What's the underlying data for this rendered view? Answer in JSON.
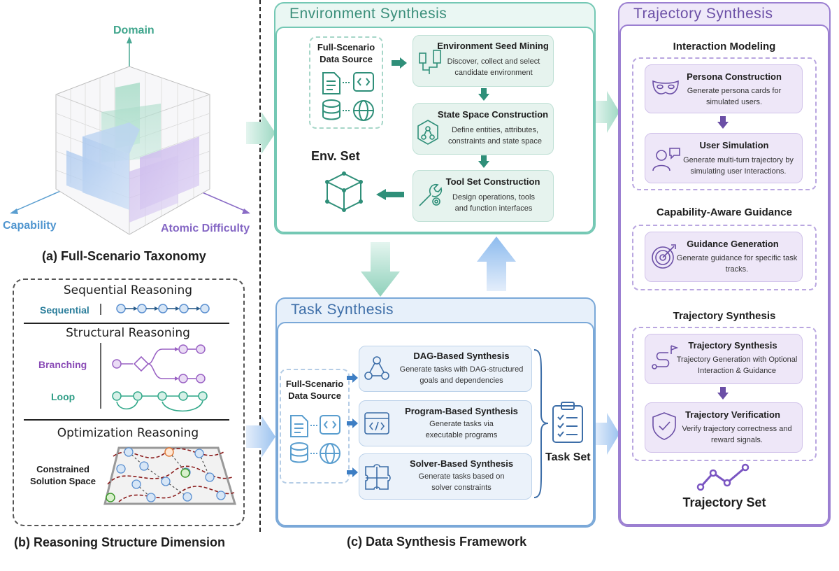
{
  "taxonomy": {
    "axis_domain": "Domain",
    "axis_capability": "Capability",
    "axis_difficulty": "Atomic Difficulty",
    "caption": "(a) Full-Scenario Taxonomy"
  },
  "reasoning": {
    "sequential_title": "Sequential Reasoning",
    "sequential_label": "Sequential",
    "structural_title": "Structural  Reasoning",
    "branching_label": "Branching",
    "loop_label": "Loop",
    "optimization_title": "Optimization Reasoning",
    "constrained_label_1": "Constrained",
    "constrained_label_2": "Solution Space",
    "caption": "(b) Reasoning Structure Dimension"
  },
  "env": {
    "title": "Environment Synthesis",
    "source_1": "Full-Scenario",
    "source_2": "Data Source",
    "seed_title": "Environment Seed Mining",
    "seed_desc_1": "Discover, collect and select",
    "seed_desc_2": "candidate environment",
    "state_title": "State Space Construction",
    "state_desc_1": "Define entities, attributes,",
    "state_desc_2": "constraints and state space",
    "tool_title": "Tool Set Construction",
    "tool_desc_1": "Design operations, tools",
    "tool_desc_2": "and function interfaces",
    "env_set": "Env. Set"
  },
  "task": {
    "title": "Task Synthesis",
    "source_1": "Full-Scenario",
    "source_2": "Data Source",
    "dag_title": "DAG-Based Synthesis",
    "dag_desc_1": "Generate tasks with DAG-structured",
    "dag_desc_2": "goals and dependencies",
    "program_title": "Program-Based Synthesis",
    "program_desc_1": "Generate tasks via",
    "program_desc_2": "executable programs",
    "solver_title": "Solver-Based Synthesis",
    "solver_desc_1": "Generate tasks based on",
    "solver_desc_2": "solver constraints",
    "task_set": "Task Set"
  },
  "traj": {
    "title": "Trajectory Synthesis",
    "interaction_heading": "Interaction Modeling",
    "persona_title": "Persona Construction",
    "persona_desc_1": "Generate persona cards for",
    "persona_desc_2": "simulated users.",
    "user_title": "User Simulation",
    "user_desc_1": "Generate multi-turn trajectory by",
    "user_desc_2": "simulating user Interactions.",
    "guidance_heading": "Capability-Aware Guidance",
    "guidance_title": "Guidance Generation",
    "guidance_desc_1": "Generate guidance for specific task",
    "guidance_desc_2": "tracks.",
    "synth_heading": "Trajectory Synthesis",
    "gen_title": "Trajectory Synthesis",
    "gen_desc_1": "Trajectory Generation with Optional",
    "gen_desc_2": "Interaction & Guidance",
    "verify_title": "Trajectory Verification",
    "verify_desc_1": "Verify trajectory correctness and",
    "verify_desc_2": "reward signals.",
    "traj_set": "Trajectory Set"
  },
  "framework_caption": "(c) Data Synthesis Framework",
  "colors": {
    "teal": "#3fa58c",
    "blue": "#5b8fd0",
    "purple": "#8466c4"
  }
}
